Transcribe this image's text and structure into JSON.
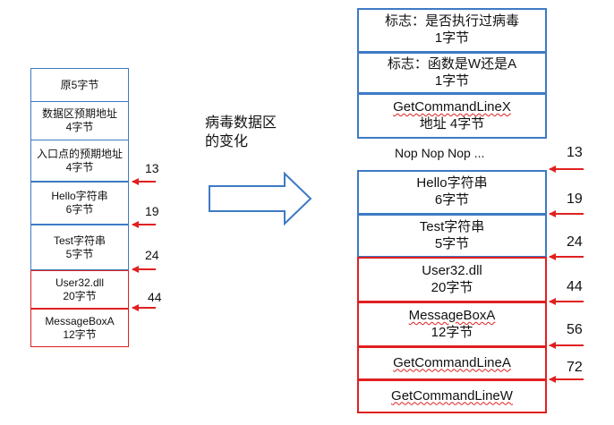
{
  "diagram_title": [
    "病毒数据区",
    "的变化"
  ],
  "left_boxes": [
    {
      "lines": [
        "原5字节"
      ]
    },
    {
      "lines": [
        "数据区预期地址",
        "4字节"
      ]
    },
    {
      "lines": [
        "入口点的预期地址",
        "4字节"
      ]
    },
    {
      "lines": [
        "Hello字符串",
        "6字节"
      ]
    },
    {
      "lines": [
        "Test字符串",
        "5字节"
      ]
    },
    {
      "lines": [
        "User32.dll",
        "20字节"
      ]
    },
    {
      "lines": [
        "MessageBoxA",
        "12字节"
      ]
    }
  ],
  "left_offsets": [
    "13",
    "19",
    "24",
    "44"
  ],
  "right_top_boxes": [
    {
      "lines": [
        "标志：是否执行过病毒",
        "1字节"
      ]
    },
    {
      "lines": [
        "标志：函数是W还是A",
        "1字节"
      ]
    },
    {
      "lines": [
        "GetCommandLineX",
        "地址 4字节"
      ]
    }
  ],
  "nop_text": "Nop Nop Nop ...",
  "right_bottom_boxes": [
    {
      "lines": [
        "Hello字符串",
        "6字节"
      ]
    },
    {
      "lines": [
        "Test字符串",
        "5字节"
      ]
    },
    {
      "lines": [
        "User32.dll",
        "20字节"
      ]
    },
    {
      "lines": [
        "MessageBoxA",
        "12字节"
      ]
    },
    {
      "lines": [
        "GetCommandLineA"
      ]
    },
    {
      "lines": [
        "GetCommandLineW"
      ]
    }
  ],
  "right_offsets": [
    "13",
    "19",
    "24",
    "44",
    "56",
    "72"
  ],
  "colors": {
    "blue_border": "#3d7ac4",
    "red_border": "#e02020",
    "arrow_outline": "#3d7ac4",
    "pointer_arrow": "#e02020"
  }
}
